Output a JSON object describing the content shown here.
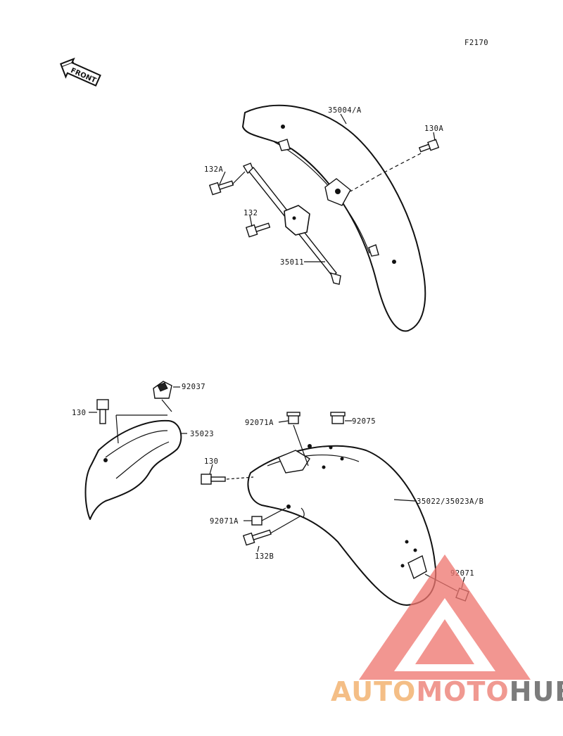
{
  "diagram": {
    "figure_code": "F2170",
    "direction_tag": "FRONT",
    "callouts": [
      {
        "id": "c-35004A",
        "text": "35004/A"
      },
      {
        "id": "c-130A",
        "text": "130A"
      },
      {
        "id": "c-132A",
        "text": "132A"
      },
      {
        "id": "c-132",
        "text": "132"
      },
      {
        "id": "c-35011",
        "text": "35011"
      },
      {
        "id": "c-92037",
        "text": "92037"
      },
      {
        "id": "c-130-top",
        "text": "130"
      },
      {
        "id": "c-35023",
        "text": "35023"
      },
      {
        "id": "c-92071A-top",
        "text": "92071A"
      },
      {
        "id": "c-92075",
        "text": "92075"
      },
      {
        "id": "c-130-mid",
        "text": "130"
      },
      {
        "id": "c-35022",
        "text": "35022/35023A/B"
      },
      {
        "id": "c-92071A-low",
        "text": "92071A"
      },
      {
        "id": "c-132B",
        "text": "132B"
      },
      {
        "id": "c-92071",
        "text": "92071"
      }
    ]
  },
  "watermark": {
    "part1": "AUTO",
    "part2": "MOTO",
    "part3": "HUB",
    "colors": {
      "auto": "#f3b87a",
      "moto": "#ef8f86",
      "hub": "#6e6e6e",
      "triangle": "#ee7670"
    }
  }
}
